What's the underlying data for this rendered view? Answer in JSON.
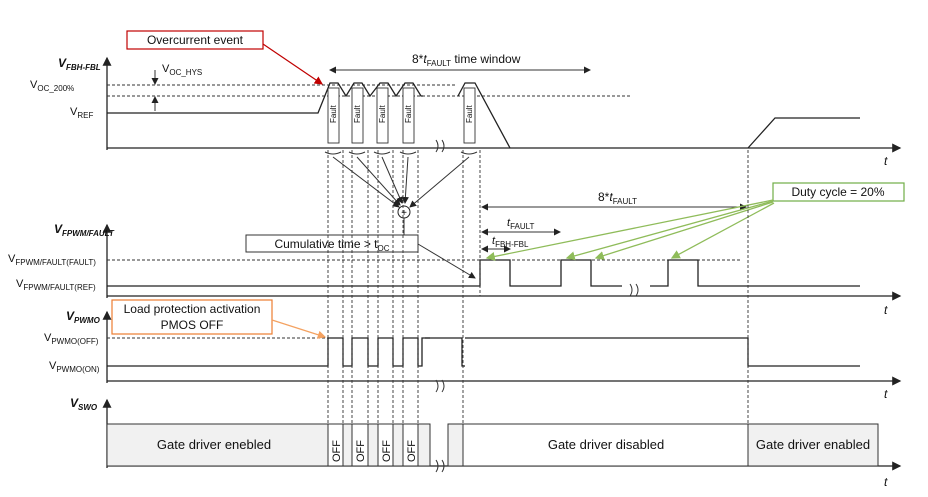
{
  "annotations": {
    "overcurrent_event": "Overcurrent event",
    "time_window_prefix": "8*",
    "time_window_t": "t",
    "time_window_sub": "FAULT",
    "time_window_suffix": " time window",
    "v_oc_hys": "V",
    "v_oc_hys_sub": "OC_HYS",
    "cumulative_time": "Cumulative time > t",
    "cumulative_time_sub": "OC",
    "duty_cycle": "Duty cycle = 20%",
    "load_protection_line1": "Load protection activation",
    "load_protection_line2": "PMOS OFF",
    "fault_label": "Fault",
    "eight_t_fault_prefix": "8*",
    "eight_t_fault_t": "t",
    "eight_t_fault_sub": "FAULT",
    "t_fault_t": "t",
    "t_fault_sub": "FAULT",
    "t_fbh_fbl_t": "t",
    "t_fbh_fbl_sub": "FBH-FBL",
    "plus_symbol": "+"
  },
  "axes": {
    "fbh_fbl": {
      "name": "V",
      "sub": "FBH-FBL"
    },
    "fpwm_fault": {
      "name": "V",
      "sub": "FPWM/FAULT"
    },
    "pwmo": {
      "name": "V",
      "sub": "PWMO"
    },
    "swo": {
      "name": "V",
      "sub": "SWO"
    },
    "time_label": "t"
  },
  "levels": {
    "voc_200": {
      "name": "V",
      "sub": "OC_200%"
    },
    "vref": {
      "name": "V",
      "sub": "REF"
    },
    "fpwm_fault": {
      "name": "V",
      "sub": "FPWM/FAULT(FAULT)"
    },
    "fpwm_ref": {
      "name": "V",
      "sub": "FPWM/FAULT(REF)"
    },
    "pwmo_off": {
      "name": "V",
      "sub": "PWMO(OFF)"
    },
    "pwmo_on": {
      "name": "V",
      "sub": "PWMO(ON)"
    }
  },
  "gate": {
    "enabled_left": "Gate driver enebled",
    "disabled": "Gate driver disabled",
    "enabled_right": "Gate driver enabled",
    "off_label": "OFF"
  },
  "colors": {
    "overcurrent_border": "#c00000",
    "overcurrent_arrow": "#c00000",
    "duty_border": "#70ad47",
    "duty_arrow": "#8fbc5a",
    "load_border": "#ed7d31",
    "load_arrow": "#f4a261"
  }
}
